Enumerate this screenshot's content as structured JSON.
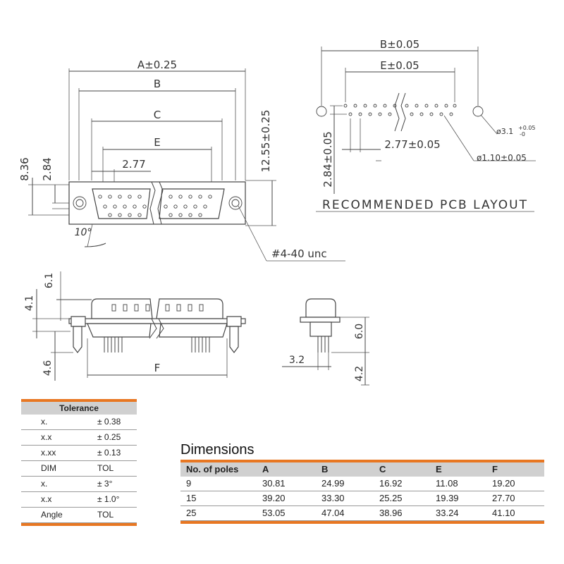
{
  "drawing": {
    "front_view": {
      "dim_A": "A±0.25",
      "dim_B": "B",
      "dim_C": "C",
      "dim_E": "E",
      "dim_pitch": "2.77",
      "dim_height_total": "8.36",
      "dim_height_pins": "2.84",
      "dim_depth": "12.55±0.25",
      "angle": "10°",
      "thread": "#4-40 unc"
    },
    "pcb_layout": {
      "dim_B": "B±0.05",
      "dim_E": "E±0.05",
      "dim_pitch": "2.77±0.05",
      "dim_row": "2.84±0.05",
      "hole_large": "ø3.1",
      "hole_large_tol_plus": "+0.05",
      "hole_large_tol_minus": "-0",
      "hole_small": "ø1.10±0.05",
      "caption": "RECOMMENDED PCB LAYOUT"
    },
    "side_view": {
      "dim_61": "6.1",
      "dim_41": "4.1",
      "dim_46": "4.6",
      "dim_F": "F"
    },
    "end_view": {
      "dim_60": "6.0",
      "dim_32": "3.2",
      "dim_42": "4.2"
    }
  },
  "tolerance": {
    "title": "Tolerance",
    "rows": [
      {
        "key": "x.",
        "val": "± 0.38"
      },
      {
        "key": "x.x",
        "val": "± 0.25"
      },
      {
        "key": "x.xx",
        "val": "± 0.13"
      },
      {
        "key": "DIM",
        "val": "TOL"
      },
      {
        "key": "x.",
        "val": "± 3°"
      },
      {
        "key": "x.x",
        "val": "± 1.0°"
      },
      {
        "key": "Angle",
        "val": "TOL"
      }
    ]
  },
  "dimensions": {
    "title": "Dimensions",
    "headers": [
      "No. of poles",
      "A",
      "B",
      "C",
      "E",
      "F"
    ],
    "rows": [
      [
        "9",
        "30.81",
        "24.99",
        "16.92",
        "11.08",
        "19.20"
      ],
      [
        "15",
        "39.20",
        "33.30",
        "25.25",
        "19.39",
        "27.70"
      ],
      [
        "25",
        "53.05",
        "47.04",
        "38.96",
        "33.24",
        "41.10"
      ]
    ]
  }
}
